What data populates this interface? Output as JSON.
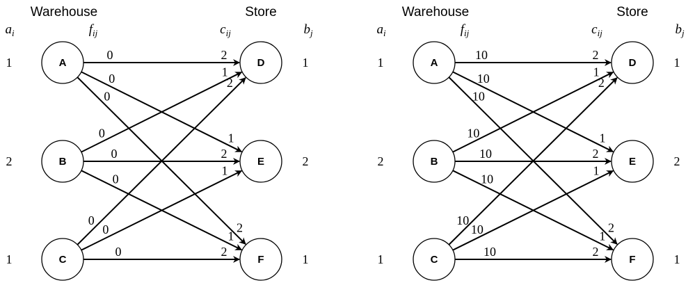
{
  "panels": [
    {
      "id": "left",
      "headers": {
        "source": "Warehouse",
        "sink": "Store"
      },
      "symbols": {
        "supply": "a",
        "supply_sub": "i",
        "fixed": "f",
        "fixed_sub": "ij",
        "cost": "c",
        "cost_sub": "ij",
        "demand": "b",
        "demand_sub": "j"
      },
      "sources": [
        {
          "label": "A",
          "supply": "1"
        },
        {
          "label": "B",
          "supply": "2"
        },
        {
          "label": "C",
          "supply": "1"
        }
      ],
      "sinks": [
        {
          "label": "D",
          "demand": "1"
        },
        {
          "label": "E",
          "demand": "2"
        },
        {
          "label": "F",
          "demand": "1"
        }
      ],
      "edges": [
        {
          "from": "A",
          "to": "D",
          "f": "0",
          "c": "2"
        },
        {
          "from": "A",
          "to": "E",
          "f": "0",
          "c": "1"
        },
        {
          "from": "A",
          "to": "F",
          "f": "0",
          "c": "2"
        },
        {
          "from": "B",
          "to": "D",
          "f": "0",
          "c": "1"
        },
        {
          "from": "B",
          "to": "E",
          "f": "0",
          "c": "2"
        },
        {
          "from": "B",
          "to": "F",
          "f": "0",
          "c": "1"
        },
        {
          "from": "C",
          "to": "D",
          "f": "0",
          "c": "2"
        },
        {
          "from": "C",
          "to": "E",
          "f": "0",
          "c": "1"
        },
        {
          "from": "C",
          "to": "F",
          "f": "0",
          "c": "2"
        }
      ]
    },
    {
      "id": "right",
      "headers": {
        "source": "Warehouse",
        "sink": "Store"
      },
      "symbols": {
        "supply": "a",
        "supply_sub": "i",
        "fixed": "f",
        "fixed_sub": "ij",
        "cost": "c",
        "cost_sub": "ij",
        "demand": "b",
        "demand_sub": "j"
      },
      "sources": [
        {
          "label": "A",
          "supply": "1"
        },
        {
          "label": "B",
          "supply": "2"
        },
        {
          "label": "C",
          "supply": "1"
        }
      ],
      "sinks": [
        {
          "label": "D",
          "demand": "1"
        },
        {
          "label": "E",
          "demand": "2"
        },
        {
          "label": "F",
          "demand": "1"
        }
      ],
      "edges": [
        {
          "from": "A",
          "to": "D",
          "f": "10",
          "c": "2"
        },
        {
          "from": "A",
          "to": "E",
          "f": "10",
          "c": "1"
        },
        {
          "from": "A",
          "to": "F",
          "f": "10",
          "c": "2"
        },
        {
          "from": "B",
          "to": "D",
          "f": "10",
          "c": "1"
        },
        {
          "from": "B",
          "to": "E",
          "f": "10",
          "c": "2"
        },
        {
          "from": "B",
          "to": "F",
          "f": "10",
          "c": "1"
        },
        {
          "from": "C",
          "to": "D",
          "f": "10",
          "c": "2"
        },
        {
          "from": "C",
          "to": "E",
          "f": "10",
          "c": "1"
        },
        {
          "from": "C",
          "to": "F",
          "f": "10",
          "c": "2"
        }
      ]
    }
  ]
}
